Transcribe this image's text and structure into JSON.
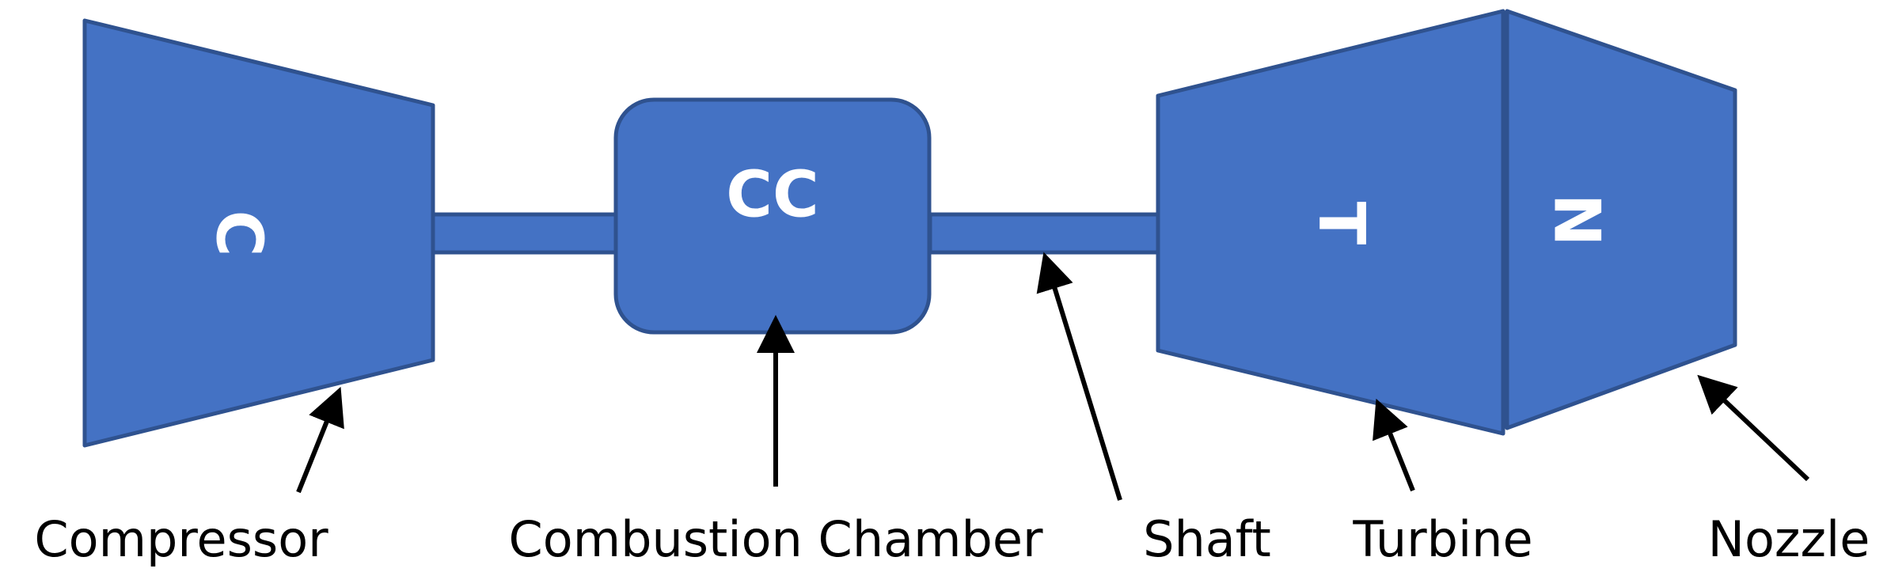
{
  "colors": {
    "fill": "#4472C4",
    "stroke": "#2F528F",
    "letter": "#ffffff",
    "text": "#000000"
  },
  "components": {
    "compressor": {
      "letter": "C",
      "label": "Compressor"
    },
    "combustion_chamber": {
      "letter": "CC",
      "label": "Combustion Chamber"
    },
    "shaft": {
      "label": "Shaft"
    },
    "turbine": {
      "letter": "T",
      "label": "Turbine"
    },
    "nozzle": {
      "letter": "N",
      "label": "Nozzle"
    }
  }
}
